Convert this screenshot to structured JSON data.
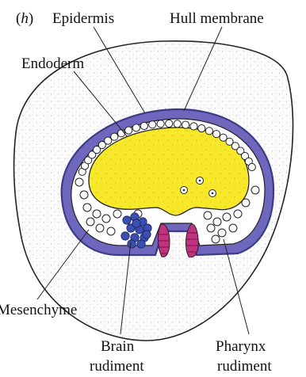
{
  "figure": {
    "panel_letter": "h",
    "labels": {
      "epidermis": "Epidermis",
      "hull_membrane": "Hull membrane",
      "endoderm": "Endoderm",
      "mesenchyme": "Mesenchyme",
      "brain_line1": "Brain",
      "brain_line2": "rudiment",
      "pharynx_line1": "Pharynx",
      "pharynx_line2": "rudiment"
    }
  },
  "colors": {
    "hull_fill": "#fbfbfb",
    "epidermis": "#6f67bd",
    "epidermis_edge": "#3d3b85",
    "yolk": "#f7e82a",
    "cell_fill": "#ffffff",
    "brain": "#3a4fb0",
    "pharynx": "#c2337f",
    "outline": "#222222"
  }
}
